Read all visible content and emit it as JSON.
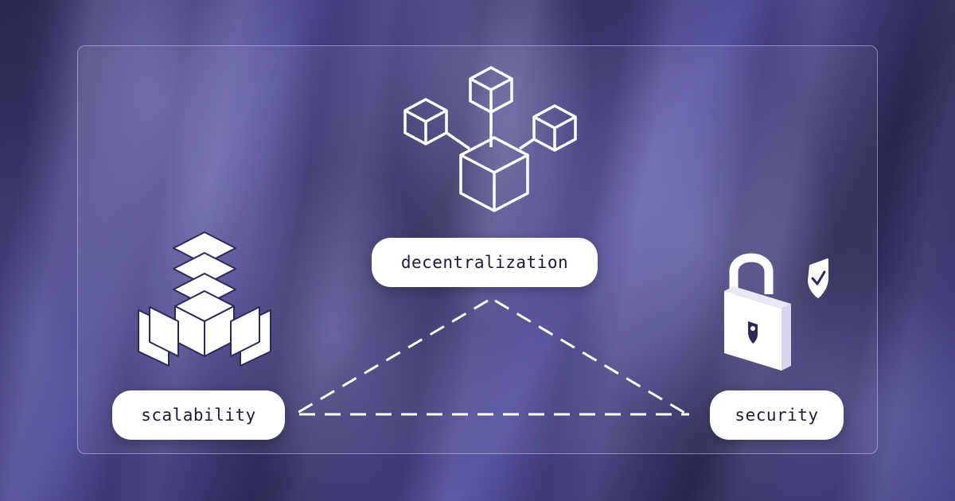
{
  "diagram": {
    "nodes": [
      {
        "id": "decentralization",
        "label": "decentralization",
        "icon": "blockchain-network-icon"
      },
      {
        "id": "scalability",
        "label": "scalability",
        "icon": "layered-blocks-icon"
      },
      {
        "id": "security",
        "label": "security",
        "icon": "padlock-shield-icon"
      }
    ],
    "edges": [
      {
        "from": "decentralization",
        "to": "scalability",
        "style": "dashed"
      },
      {
        "from": "decentralization",
        "to": "security",
        "style": "dashed"
      },
      {
        "from": "scalability",
        "to": "security",
        "style": "dashed"
      }
    ]
  },
  "colors": {
    "background_dark": "#25223f",
    "background_accent": "#5752a2",
    "pill_fill": "#ffffff",
    "pill_text": "#1d1b3a",
    "line": "#ffffff"
  }
}
